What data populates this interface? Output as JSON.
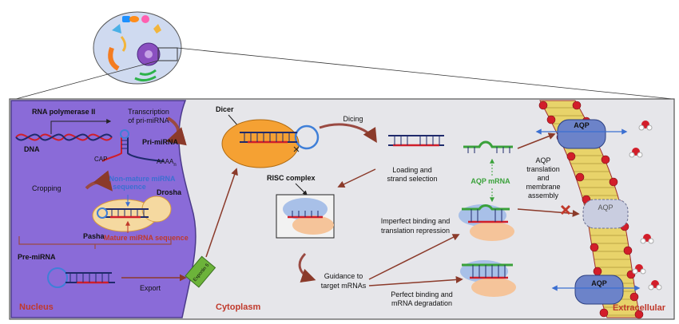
{
  "labels": {
    "rna_pol": "RNA polymerase II",
    "transcription": "Transcription",
    "of_pri": "of pri-miRNA",
    "dna": "DNA",
    "pri_mirna": "Pri-miRNA",
    "cap_top": "CAP",
    "aaaa": "AAAA",
    "aaaa_sub": "n",
    "cropping": "Cropping",
    "non_mature_1": "Non-mature miRNA",
    "non_mature_2": "sequence",
    "drosha": "Drosha",
    "pasha": "Pasha",
    "mature": "Mature miRNA sequence",
    "pre_mirna": "Pre-miRNA",
    "export": "Export",
    "exportin": "Exportin 5",
    "nucleus": "Nucleus",
    "dicer": "Dicer",
    "dicing": "Dicing",
    "cytoplasm": "Cytoplasm",
    "loading_1": "Loading and",
    "loading_2": "strand selection",
    "risc": "RISC complex",
    "aqp_mrna": "AQP mRNA",
    "imperfect_1": "Imperfect binding and",
    "imperfect_2": "translation repression",
    "guidance_1": "Guidance to",
    "guidance_2": "target mRNAs",
    "perfect_1": "Perfect binding and",
    "perfect_2": "mRNA degradation",
    "aqp_trans_1": "AQP",
    "aqp_trans_2": "translation",
    "aqp_trans_3": "and",
    "aqp_trans_4": "membrane",
    "aqp_trans_5": "assembly",
    "aqp_top": "AQP",
    "aqp_mid": "AQP",
    "aqp_bot": "AQP",
    "extracellular": "Extracellular"
  },
  "colors": {
    "nucleus_fill": "#8a6bd8",
    "cytoplasm_fill": "#e6e6ea",
    "label_red": "#c0392b",
    "label_blue": "#3b6fd1",
    "label_green": "#3aa13a",
    "arrow_brown": "#8b3a2a",
    "rna_navy": "#1f2a6b",
    "rna_red": "#d01e2a",
    "rna_blue": "#3f7fd8",
    "aqp_fill": "#6c83c9",
    "orange": "#f5a133"
  }
}
